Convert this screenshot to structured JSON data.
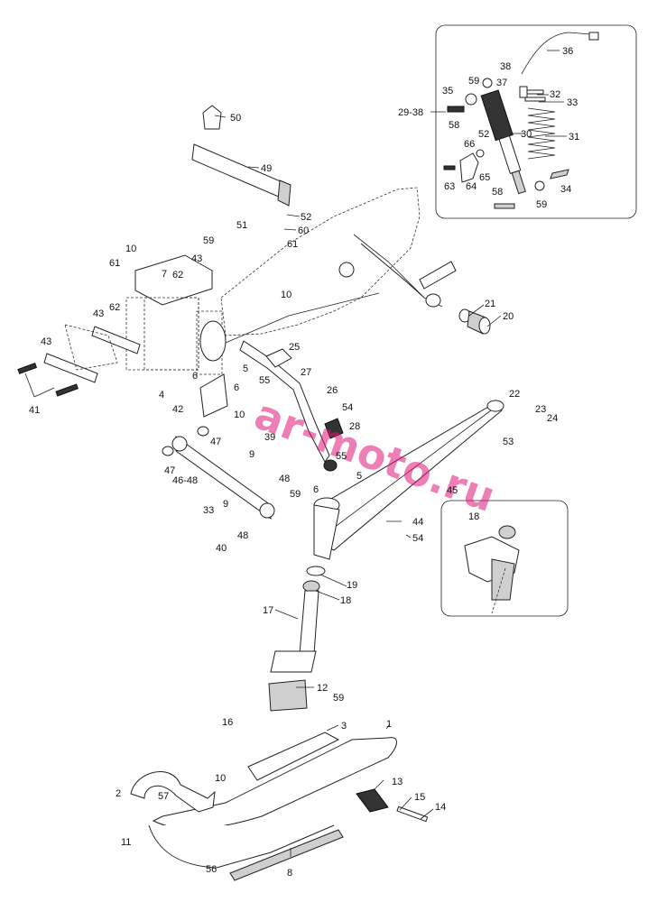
{
  "watermark": "ar-moto.ru",
  "callouts": [
    {
      "id": "c50",
      "text": "50"
    },
    {
      "id": "c49",
      "text": "49"
    },
    {
      "id": "c51",
      "text": "51"
    },
    {
      "id": "c52a",
      "text": "52"
    },
    {
      "id": "c60",
      "text": "60"
    },
    {
      "id": "c61a",
      "text": "61"
    },
    {
      "id": "c10a",
      "text": "10"
    },
    {
      "id": "c59a",
      "text": "59"
    },
    {
      "id": "c10b",
      "text": "10"
    },
    {
      "id": "c61b",
      "text": "61"
    },
    {
      "id": "c43a",
      "text": "43"
    },
    {
      "id": "c7",
      "text": "7"
    },
    {
      "id": "c62a",
      "text": "62"
    },
    {
      "id": "c62b",
      "text": "62"
    },
    {
      "id": "c43b",
      "text": "43"
    },
    {
      "id": "c43c",
      "text": "43"
    },
    {
      "id": "c41",
      "text": "41"
    },
    {
      "id": "c25",
      "text": "25"
    },
    {
      "id": "c27",
      "text": "27"
    },
    {
      "id": "c5a",
      "text": "5"
    },
    {
      "id": "c6a",
      "text": "6"
    },
    {
      "id": "c6b",
      "text": "6"
    },
    {
      "id": "c55a",
      "text": "55"
    },
    {
      "id": "c4",
      "text": "4"
    },
    {
      "id": "c42",
      "text": "42"
    },
    {
      "id": "c10c",
      "text": "10"
    },
    {
      "id": "c26",
      "text": "26"
    },
    {
      "id": "c54a",
      "text": "54"
    },
    {
      "id": "c28",
      "text": "28"
    },
    {
      "id": "c39",
      "text": "39"
    },
    {
      "id": "c47a",
      "text": "47"
    },
    {
      "id": "c47b",
      "text": "47"
    },
    {
      "id": "c9a",
      "text": "9"
    },
    {
      "id": "c4648",
      "text": "46-48"
    },
    {
      "id": "c55b",
      "text": "55"
    },
    {
      "id": "c5b",
      "text": "5"
    },
    {
      "id": "c48a",
      "text": "48"
    },
    {
      "id": "c59b",
      "text": "59"
    },
    {
      "id": "c9b",
      "text": "9"
    },
    {
      "id": "c33",
      "text": "33"
    },
    {
      "id": "c40",
      "text": "40"
    },
    {
      "id": "c48b",
      "text": "48"
    },
    {
      "id": "c6c",
      "text": "6"
    },
    {
      "id": "c21",
      "text": "21"
    },
    {
      "id": "c20",
      "text": "20"
    },
    {
      "id": "c22",
      "text": "22"
    },
    {
      "id": "c23",
      "text": "23"
    },
    {
      "id": "c24",
      "text": "24"
    },
    {
      "id": "c53",
      "text": "53"
    },
    {
      "id": "c45",
      "text": "45"
    },
    {
      "id": "c44",
      "text": "44"
    },
    {
      "id": "c54b",
      "text": "54"
    },
    {
      "id": "c18a",
      "text": "18"
    },
    {
      "id": "c19",
      "text": "19"
    },
    {
      "id": "c18b",
      "text": "18"
    },
    {
      "id": "c17",
      "text": "17"
    },
    {
      "id": "c12",
      "text": "12"
    },
    {
      "id": "c59c",
      "text": "59"
    },
    {
      "id": "c16",
      "text": "16"
    },
    {
      "id": "c3",
      "text": "3"
    },
    {
      "id": "c1",
      "text": "1"
    },
    {
      "id": "c10d",
      "text": "10"
    },
    {
      "id": "c2",
      "text": "2"
    },
    {
      "id": "c57",
      "text": "57"
    },
    {
      "id": "c13",
      "text": "13"
    },
    {
      "id": "c15",
      "text": "15"
    },
    {
      "id": "c14",
      "text": "14"
    },
    {
      "id": "c11",
      "text": "11"
    },
    {
      "id": "c56",
      "text": "56"
    },
    {
      "id": "c8",
      "text": "8"
    },
    {
      "id": "c36",
      "text": "36"
    },
    {
      "id": "c38",
      "text": "38"
    },
    {
      "id": "c37",
      "text": "37"
    },
    {
      "id": "c59d",
      "text": "59"
    },
    {
      "id": "c35",
      "text": "35"
    },
    {
      "id": "c32",
      "text": "32"
    },
    {
      "id": "c33b",
      "text": "33"
    },
    {
      "id": "c2938",
      "text": "29-38"
    },
    {
      "id": "c58a",
      "text": "58"
    },
    {
      "id": "c52b",
      "text": "52"
    },
    {
      "id": "c30",
      "text": "30"
    },
    {
      "id": "c31",
      "text": "31"
    },
    {
      "id": "c66",
      "text": "66"
    },
    {
      "id": "c65",
      "text": "65"
    },
    {
      "id": "c63",
      "text": "63"
    },
    {
      "id": "c64",
      "text": "64"
    },
    {
      "id": "c58b",
      "text": "58"
    },
    {
      "id": "c34",
      "text": "34"
    },
    {
      "id": "c59e",
      "text": "59"
    }
  ]
}
